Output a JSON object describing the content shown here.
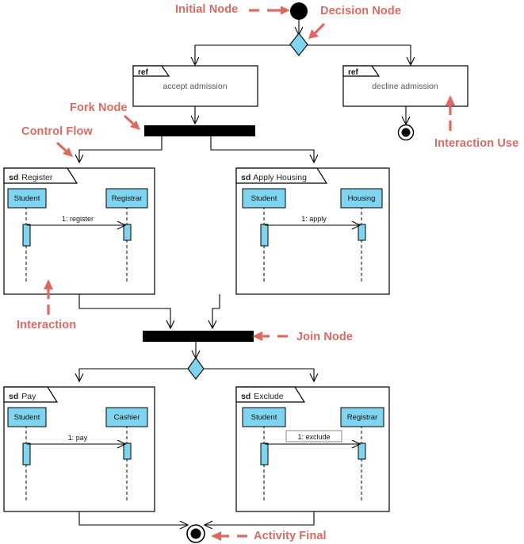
{
  "diagram": {
    "type": "uml-interaction-overview-diagram",
    "colors": {
      "annotation": "#dd6a62",
      "lifeline_fill": "#7FD4F0",
      "decision_fill": "#7FD4F0",
      "bar_fill": "#000000",
      "stroke": "#000000",
      "background": "#ffffff"
    }
  },
  "annotations": [
    {
      "id": "initial-node",
      "label": "Initial Node"
    },
    {
      "id": "decision-node",
      "label": "Decision Node"
    },
    {
      "id": "fork-node",
      "label": "Fork Node"
    },
    {
      "id": "control-flow",
      "label": "Control Flow"
    },
    {
      "id": "interaction-use",
      "label": "Interaction Use"
    },
    {
      "id": "interaction",
      "label": "Interaction"
    },
    {
      "id": "join-node",
      "label": "Join Node"
    },
    {
      "id": "activity-final",
      "label": "Activity Final"
    }
  ],
  "interaction_uses": [
    {
      "id": "accept-admission",
      "keyword": "ref",
      "name": "accept admission"
    },
    {
      "id": "decline-admission",
      "keyword": "ref",
      "name": "decline admission"
    }
  ],
  "interactions": [
    {
      "id": "register",
      "keyword": "sd",
      "name": "Register",
      "lifelines": [
        "Student",
        "Registrar"
      ],
      "messages": [
        {
          "seq": "1",
          "name": "register",
          "label": "1: register",
          "from": "Student",
          "to": "Registrar",
          "boxed": false
        }
      ]
    },
    {
      "id": "apply-housing",
      "keyword": "sd",
      "name": "Apply Housing",
      "lifelines": [
        "Student",
        "Housing"
      ],
      "messages": [
        {
          "seq": "1",
          "name": "apply",
          "label": "1: apply",
          "from": "Student",
          "to": "Housing",
          "boxed": false
        }
      ]
    },
    {
      "id": "pay",
      "keyword": "sd",
      "name": "Pay",
      "lifelines": [
        "Student",
        "Cashier"
      ],
      "messages": [
        {
          "seq": "1",
          "name": "pay",
          "label": "1: pay",
          "from": "Student",
          "to": "Cashier",
          "boxed": false
        }
      ]
    },
    {
      "id": "exclude",
      "keyword": "sd",
      "name": "Exclude",
      "lifelines": [
        "Student",
        "Registrar"
      ],
      "messages": [
        {
          "seq": "1",
          "name": "exclude",
          "label": "1: exclude",
          "from": "Student",
          "to": "Registrar",
          "boxed": true
        }
      ]
    }
  ],
  "nodes": {
    "initial": "initial-node",
    "decision_top": "decision-node",
    "fork": "fork-node",
    "join": "join-node",
    "decision_bottom": "decision-node",
    "final_decline": "activity-final",
    "final_bottom": "activity-final"
  }
}
